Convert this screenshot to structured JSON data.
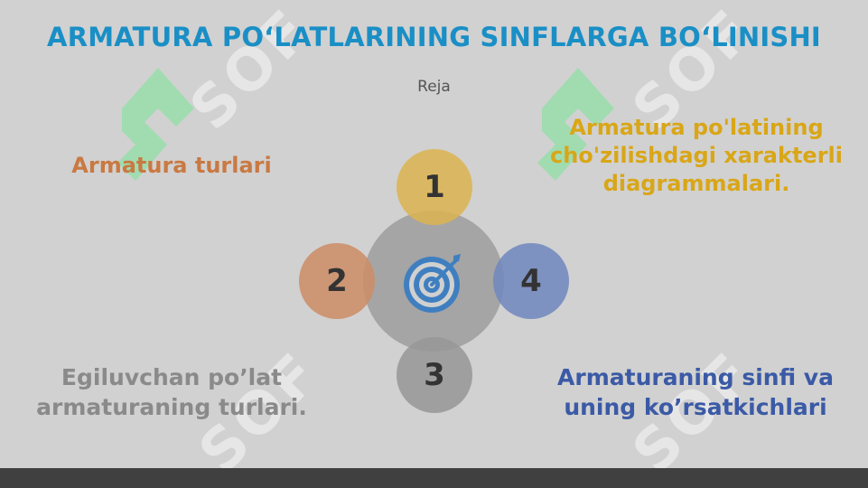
{
  "slide": {
    "title": "ARMATURA PO‘LATLARINING SINFLARGA BO‘LINISHI",
    "subtitle": "Reja"
  },
  "items": [
    {
      "number": "1",
      "text": "Armatura po'latining cho'zilishdagi xarakterli diagrammalari."
    },
    {
      "number": "2",
      "text": "Armatura turlari"
    },
    {
      "number": "3",
      "text": "Egiluvchan po’lat armaturaning turlari."
    },
    {
      "number": "4",
      "text": "Armaturaning sinfi va uning ko’rsatkichlari"
    }
  ],
  "watermark": {
    "text": "SOF"
  },
  "colors": {
    "title": "#1a8fc6",
    "item1": "#d9a617",
    "item2": "#c97942",
    "item3": "#8a8a8a",
    "item4": "#3b5aa6",
    "icon": "#3f7fc0"
  },
  "center_icon": "target-icon"
}
